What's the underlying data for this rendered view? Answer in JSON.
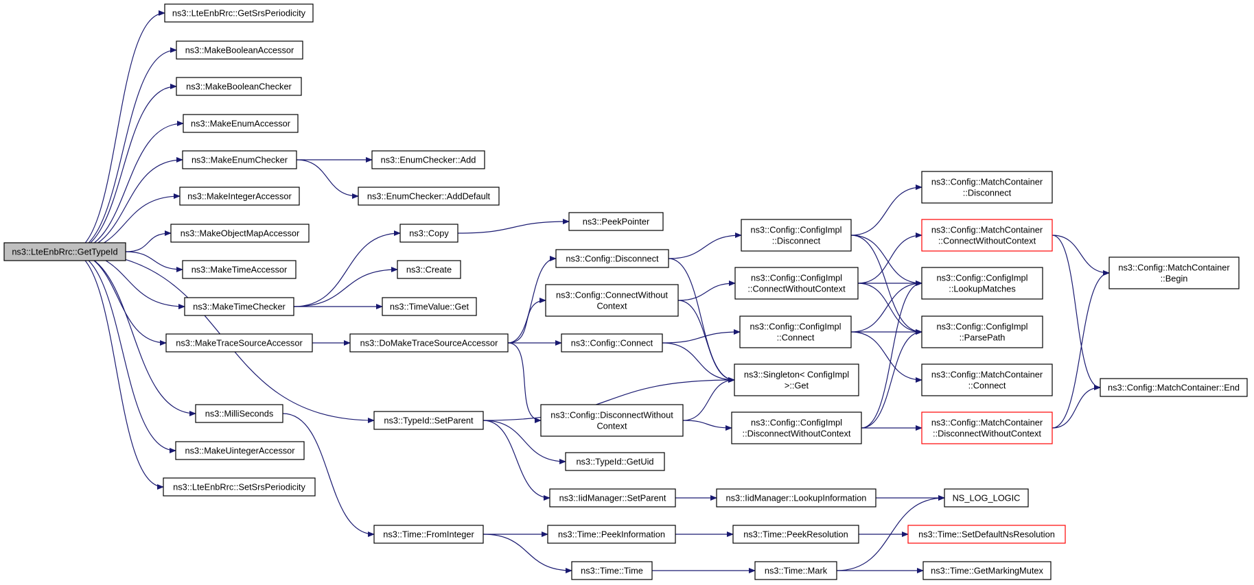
{
  "edge_color": "#191970",
  "root_fill": "#bfbfbf",
  "truncated_border_color": "#ff0000",
  "nodes": [
    {
      "id": "root",
      "lines": [
        "ns3::LteEnbRrc::GetTypeId"
      ],
      "style": "root"
    },
    {
      "id": "getSrs",
      "lines": [
        "ns3::LteEnbRrc::GetSrsPeriodicity"
      ]
    },
    {
      "id": "mkBoolAcc",
      "lines": [
        "ns3::MakeBooleanAccessor"
      ]
    },
    {
      "id": "mkBoolChk",
      "lines": [
        "ns3::MakeBooleanChecker"
      ]
    },
    {
      "id": "mkEnumAcc",
      "lines": [
        "ns3::MakeEnumAccessor"
      ]
    },
    {
      "id": "mkEnumChk",
      "lines": [
        "ns3::MakeEnumChecker"
      ]
    },
    {
      "id": "mkIntAcc",
      "lines": [
        "ns3::MakeIntegerAccessor"
      ]
    },
    {
      "id": "mkObjMap",
      "lines": [
        "ns3::MakeObjectMapAccessor"
      ]
    },
    {
      "id": "mkTimeAcc",
      "lines": [
        "ns3::MakeTimeAccessor"
      ]
    },
    {
      "id": "mkTimeChk",
      "lines": [
        "ns3::MakeTimeChecker"
      ]
    },
    {
      "id": "mkTrace",
      "lines": [
        "ns3::MakeTraceSourceAccessor"
      ]
    },
    {
      "id": "milli",
      "lines": [
        "ns3::MilliSeconds"
      ]
    },
    {
      "id": "mkUintAcc",
      "lines": [
        "ns3::MakeUintegerAccessor"
      ]
    },
    {
      "id": "setSrs",
      "lines": [
        "ns3::LteEnbRrc::SetSrsPeriodicity"
      ]
    },
    {
      "id": "enumAdd",
      "lines": [
        "ns3::EnumChecker::Add"
      ]
    },
    {
      "id": "enumAddDef",
      "lines": [
        "ns3::EnumChecker::AddDefault"
      ]
    },
    {
      "id": "copy",
      "lines": [
        "ns3::Copy"
      ]
    },
    {
      "id": "create",
      "lines": [
        "ns3::Create"
      ]
    },
    {
      "id": "tvGet",
      "lines": [
        "ns3::TimeValue::Get"
      ]
    },
    {
      "id": "peekPtr",
      "lines": [
        "ns3::PeekPointer"
      ]
    },
    {
      "id": "doMake",
      "lines": [
        "ns3::DoMakeTraceSourceAccessor"
      ]
    },
    {
      "id": "setParent",
      "lines": [
        "ns3::TypeId::SetParent"
      ]
    },
    {
      "id": "fromInt",
      "lines": [
        "ns3::Time::FromInteger"
      ]
    },
    {
      "id": "cfgDisc",
      "lines": [
        "ns3::Config::Disconnect"
      ]
    },
    {
      "id": "cfgConnWo",
      "lines": [
        "ns3::Config::ConnectWithout",
        "Context"
      ]
    },
    {
      "id": "cfgConn",
      "lines": [
        "ns3::Config::Connect"
      ]
    },
    {
      "id": "cfgDiscWo",
      "lines": [
        "ns3::Config::DisconnectWithout",
        "Context"
      ]
    },
    {
      "id": "getUid",
      "lines": [
        "ns3::TypeId::GetUid"
      ]
    },
    {
      "id": "iidSet",
      "lines": [
        "ns3::IidManager::SetParent"
      ]
    },
    {
      "id": "peekInfo",
      "lines": [
        "ns3::Time::PeekInformation"
      ]
    },
    {
      "id": "timeTime",
      "lines": [
        "ns3::Time::Time"
      ]
    },
    {
      "id": "ciDisc",
      "lines": [
        "ns3::Config::ConfigImpl",
        "::Disconnect"
      ]
    },
    {
      "id": "ciConnWo",
      "lines": [
        "ns3::Config::ConfigImpl",
        "::ConnectWithoutContext"
      ]
    },
    {
      "id": "ciConn",
      "lines": [
        "ns3::Config::ConfigImpl",
        "::Connect"
      ]
    },
    {
      "id": "singleton",
      "lines": [
        "ns3::Singleton< ConfigImpl",
        ">::Get"
      ]
    },
    {
      "id": "ciDiscWo",
      "lines": [
        "ns3::Config::ConfigImpl",
        "::DisconnectWithoutContext"
      ]
    },
    {
      "id": "iidLookup",
      "lines": [
        "ns3::IidManager::LookupInformation"
      ]
    },
    {
      "id": "peekRes",
      "lines": [
        "ns3::Time::PeekResolution"
      ]
    },
    {
      "id": "mark",
      "lines": [
        "ns3::Time::Mark"
      ]
    },
    {
      "id": "mcDisc",
      "lines": [
        "ns3::Config::MatchContainer",
        "::Disconnect"
      ]
    },
    {
      "id": "mcConnWo",
      "lines": [
        "ns3::Config::MatchContainer",
        "::ConnectWithoutContext"
      ],
      "style": "red"
    },
    {
      "id": "ciLookup",
      "lines": [
        "ns3::Config::ConfigImpl",
        "::LookupMatches"
      ]
    },
    {
      "id": "ciParse",
      "lines": [
        "ns3::Config::ConfigImpl",
        "::ParsePath"
      ]
    },
    {
      "id": "mcConn",
      "lines": [
        "ns3::Config::MatchContainer",
        "::Connect"
      ]
    },
    {
      "id": "mcDiscWo",
      "lines": [
        "ns3::Config::MatchContainer",
        "::DisconnectWithoutContext"
      ],
      "style": "red"
    },
    {
      "id": "nsLog",
      "lines": [
        "NS_LOG_LOGIC"
      ]
    },
    {
      "id": "setDefNs",
      "lines": [
        "ns3::Time::SetDefaultNsResolution"
      ],
      "style": "red"
    },
    {
      "id": "getMarkMtx",
      "lines": [
        "ns3::Time::GetMarkingMutex"
      ]
    },
    {
      "id": "mcBegin",
      "lines": [
        "ns3::Config::MatchContainer",
        "::Begin"
      ]
    },
    {
      "id": "mcEnd",
      "lines": [
        "ns3::Config::MatchContainer::End"
      ]
    }
  ],
  "edges": [
    [
      "root",
      "getSrs"
    ],
    [
      "root",
      "mkBoolAcc"
    ],
    [
      "root",
      "mkBoolChk"
    ],
    [
      "root",
      "mkEnumAcc"
    ],
    [
      "root",
      "mkEnumChk"
    ],
    [
      "root",
      "mkIntAcc"
    ],
    [
      "root",
      "mkObjMap"
    ],
    [
      "root",
      "mkTimeAcc"
    ],
    [
      "root",
      "mkTimeChk"
    ],
    [
      "root",
      "mkTrace"
    ],
    [
      "root",
      "setParent"
    ],
    [
      "root",
      "milli"
    ],
    [
      "root",
      "mkUintAcc"
    ],
    [
      "root",
      "setSrs"
    ],
    [
      "mkEnumChk",
      "enumAdd"
    ],
    [
      "mkEnumChk",
      "enumAddDef"
    ],
    [
      "mkTimeChk",
      "copy"
    ],
    [
      "mkTimeChk",
      "create"
    ],
    [
      "mkTimeChk",
      "tvGet"
    ],
    [
      "copy",
      "peekPtr"
    ],
    [
      "mkTrace",
      "doMake"
    ],
    [
      "doMake",
      "cfgDisc"
    ],
    [
      "doMake",
      "cfgConnWo"
    ],
    [
      "doMake",
      "cfgConn"
    ],
    [
      "doMake",
      "cfgDiscWo"
    ],
    [
      "milli",
      "fromInt"
    ],
    [
      "setParent",
      "singleton"
    ],
    [
      "setParent",
      "getUid"
    ],
    [
      "setParent",
      "iidSet"
    ],
    [
      "fromInt",
      "peekInfo"
    ],
    [
      "fromInt",
      "timeTime"
    ],
    [
      "cfgDisc",
      "ciDisc"
    ],
    [
      "cfgDisc",
      "singleton"
    ],
    [
      "cfgConnWo",
      "ciConnWo"
    ],
    [
      "cfgConnWo",
      "singleton"
    ],
    [
      "cfgConn",
      "ciConn"
    ],
    [
      "cfgConn",
      "singleton"
    ],
    [
      "cfgDiscWo",
      "singleton"
    ],
    [
      "cfgDiscWo",
      "ciDiscWo"
    ],
    [
      "iidSet",
      "iidLookup"
    ],
    [
      "peekInfo",
      "peekRes"
    ],
    [
      "timeTime",
      "mark"
    ],
    [
      "ciDisc",
      "mcDisc"
    ],
    [
      "ciDisc",
      "ciLookup"
    ],
    [
      "ciDisc",
      "ciParse"
    ],
    [
      "ciConnWo",
      "mcConnWo"
    ],
    [
      "ciConnWo",
      "ciLookup"
    ],
    [
      "ciConnWo",
      "ciParse"
    ],
    [
      "ciConn",
      "ciLookup"
    ],
    [
      "ciConn",
      "ciParse"
    ],
    [
      "ciConn",
      "mcConn"
    ],
    [
      "ciDiscWo",
      "ciLookup"
    ],
    [
      "ciDiscWo",
      "ciParse"
    ],
    [
      "ciDiscWo",
      "mcDiscWo"
    ],
    [
      "iidLookup",
      "nsLog"
    ],
    [
      "peekRes",
      "setDefNs"
    ],
    [
      "mark",
      "nsLog"
    ],
    [
      "mark",
      "getMarkMtx"
    ],
    [
      "mcConnWo",
      "mcBegin"
    ],
    [
      "mcConnWo",
      "mcEnd"
    ],
    [
      "mcDiscWo",
      "mcBegin"
    ],
    [
      "mcDiscWo",
      "mcEnd"
    ]
  ]
}
